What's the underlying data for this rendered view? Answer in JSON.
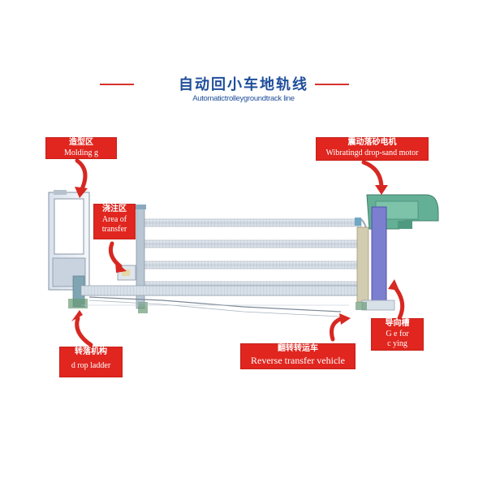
{
  "title": {
    "zh": "自动回小车地轨线",
    "en": "Automatictrolleygroundtrack line"
  },
  "labels": {
    "molding": {
      "zh": "造型区",
      "en": "Molding   g"
    },
    "transfer": {
      "zh": "浇注区",
      "en1": "Area of",
      "en2": "transfer"
    },
    "vibrating": {
      "zh": "震动落砂电机",
      "en": "Wibratingd   drop-sand motor"
    },
    "drop_ladder": {
      "zh": "转落机构",
      "en": "d rop ladder"
    },
    "reverse": {
      "zh": "翻转转运车",
      "en": "Reverse transfer vehicle"
    },
    "groove": {
      "zh": "导向槽",
      "en1": "G   e for",
      "en2": "c   ying"
    }
  },
  "colors": {
    "accent_red": "#e0261f",
    "title_blue": "#1f4e9a"
  }
}
